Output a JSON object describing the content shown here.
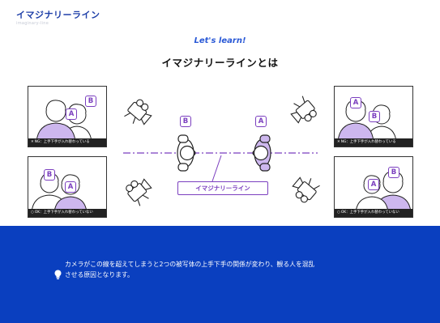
{
  "header": {
    "brand": "イマジナリーライン",
    "brand_sub": "imaginary-line"
  },
  "hero": {
    "kicker": "Let's learn!",
    "title": "イマジナリーラインとは"
  },
  "diagram": {
    "label_b": "B",
    "label_a": "A",
    "line_label": "イマジナリーライン",
    "line_color": "#7b3fbf",
    "accent_fill": "#cdb7ee"
  },
  "panels": {
    "top_left": {
      "cap_mark": "✕",
      "caption": "NG：上手下手が入れ替わっている",
      "badge_1": "B",
      "badge_2": "A"
    },
    "top_right": {
      "cap_mark": "✕",
      "caption": "NG：上手下手が入れ替わっている",
      "badge_1": "A",
      "badge_2": "B"
    },
    "bottom_left": {
      "cap_mark": "○",
      "caption": "OK：上手下手が入れ替わっていない",
      "badge_1": "B",
      "badge_2": "A"
    },
    "bottom_right": {
      "cap_mark": "○",
      "caption": "OK：上手下手が入れ替わっていない",
      "badge_1": "A",
      "badge_2": "B"
    }
  },
  "footer": {
    "bulb_icon": "lightbulb-icon",
    "note_line_1": "カメラがこの線を超えてしまうと2つの被写体の上手下手の関係が変わり、観る人を混乱",
    "note_line_2": "させる原因となります。",
    "background": "#0a3fbf"
  }
}
